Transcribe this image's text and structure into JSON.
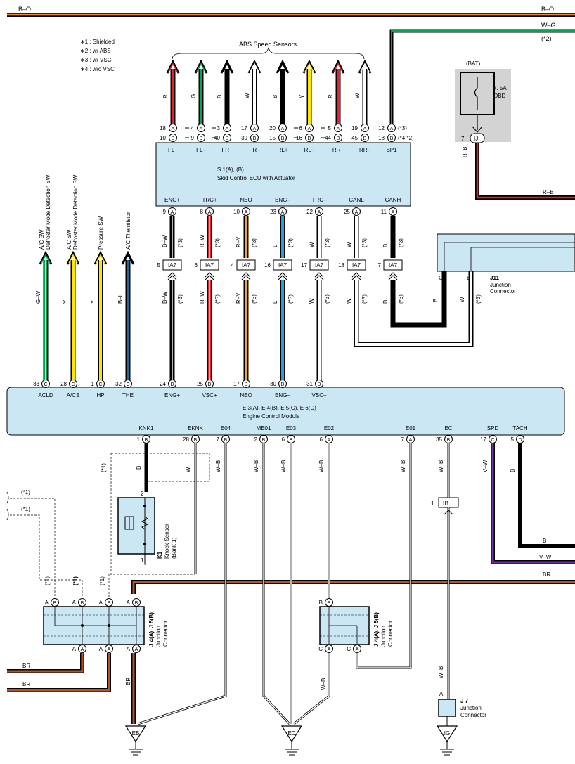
{
  "top_wire_label": "B–O",
  "top_wire_label_right": "B–O",
  "wg_label": "W–G",
  "wg_note": "(*2)",
  "notes": [
    "∗1 : Shielded",
    "∗2 : w/ ABS",
    "∗3 : w/ VSC",
    "∗4 : w/o VSC"
  ],
  "abs_title": "ABS Speed Sensors",
  "bat": {
    "label": "(BAT)",
    "fuse": "7. 5A",
    "fuse_name": "OBD",
    "pin": "7",
    "conn": "IJ",
    "wire": "R–B",
    "wire_end": "R–B"
  },
  "skid": {
    "name": "S 1(A), (B)",
    "desc": "Skid Control ECU with Actuator",
    "top_terms": [
      "FL+",
      "FL–",
      "FR+",
      "FR–",
      "RL+",
      "RL–",
      "RR+",
      "RR–",
      "SP1"
    ],
    "top_wires": [
      "R",
      "G",
      "B",
      "W",
      "B",
      "Y",
      "R",
      "W"
    ],
    "pinsA": [
      "18",
      "4",
      "3",
      "17",
      "20",
      "6",
      "5",
      "19",
      "12"
    ],
    "pinsB": [
      "10",
      "9",
      "40",
      "39",
      "15",
      "16",
      "44",
      "45",
      "18"
    ],
    "sp1_noteA": "(*3)",
    "sp1_noteB": "(*4 *2)",
    "bottom_terms": [
      "ENG+",
      "TRC+",
      "NEO",
      "ENG–",
      "TRC–",
      "CANL",
      "CANH"
    ],
    "bottom_pins": [
      "9",
      "8",
      "10",
      "23",
      "22",
      "25",
      "11"
    ],
    "bottom_wires": [
      "B–W",
      "R–W",
      "R–Y",
      "L",
      "W",
      "W",
      "B"
    ]
  },
  "ia7": {
    "conn": "IA7",
    "pins": [
      "5",
      "6",
      "4",
      "16",
      "17",
      "18",
      "7"
    ],
    "note": "(*3)"
  },
  "j11": {
    "name": "J11",
    "desc": "Junction Connector",
    "pinC": "C",
    "pinE": "E",
    "wireB": "B",
    "wireW": "W"
  },
  "switches": [
    {
      "label": "A/C SW Defroster Mode Detection SW",
      "wire": "G–W"
    },
    {
      "label": "A/C SW Defroster Mode Detection SW",
      "wire": "Y"
    },
    {
      "label": "Pressure SW",
      "wire": "Y"
    },
    {
      "label": "A/C Thermistor",
      "wire": "B–L"
    }
  ],
  "ecm": {
    "name": "E 3(A), E 4(B), E 5(C), E 6(D)",
    "desc": "Engine Control Module",
    "top_terms": [
      "ACLD",
      "A/CS",
      "HP",
      "THE",
      "ENG+",
      "VSC+",
      "NEO",
      "ENG–",
      "VSC–"
    ],
    "top_pins": [
      "33",
      "28",
      "1",
      "32",
      "24",
      "25",
      "17",
      "30",
      "31"
    ],
    "top_conn": [
      "C",
      "C",
      "C",
      "C",
      "D",
      "D",
      "D",
      "D",
      "D"
    ],
    "bottom_terms": [
      "KNK1",
      "EKNK",
      "E04",
      "ME01",
      "E03",
      "E02",
      "E01",
      "EC",
      "SPD",
      "TACH"
    ],
    "bottom_pins": [
      "1",
      "28",
      "7",
      "2",
      "6",
      "6",
      "7",
      "35",
      "17",
      "5"
    ],
    "bottom_conn": [
      "B",
      "B",
      "B",
      "B",
      "B",
      "A",
      "A",
      "B",
      "C",
      "D"
    ],
    "bottom_wires": [
      "B",
      "W",
      "W–B",
      "W–B",
      "W–B",
      "W–B",
      "W–B",
      "W–B",
      "V–W",
      "B"
    ]
  },
  "knock": {
    "name": "K1",
    "desc": "Knock Sensor (Bank 1)",
    "pin2": "2",
    "pin1": "1",
    "shield": "(*1)"
  },
  "ii1": {
    "conn": "II1",
    "pin": "1"
  },
  "right_wires": {
    "tach": "B",
    "spd": "V–W",
    "br": "BR"
  },
  "j4_left": {
    "name": "J 4(A), J 5(B)",
    "desc": "Junction Connector",
    "shields": [
      "(*1)",
      "(*1)",
      "(*1)"
    ],
    "left_shields": [
      "(*1)",
      "(*1)"
    ],
    "br1": "BR",
    "br2": "BR",
    "br3": "BR"
  },
  "j4_right": {
    "name": "J 4(A), J 5(B)",
    "desc": "Junction Connector",
    "wire": "W–B"
  },
  "j7": {
    "name": "J 7",
    "desc": "Junction Connector",
    "pin": "A",
    "wire": "W–B"
  },
  "grounds": [
    "EB",
    "EC",
    "IG"
  ],
  "colors": {
    "box": "#cbe7f4",
    "red": "#e8202a",
    "green": "#00a651",
    "yellow": "#ffe600",
    "blue": "#1ba1e2",
    "brown": "#b0562c",
    "purple": "#7030a0"
  }
}
